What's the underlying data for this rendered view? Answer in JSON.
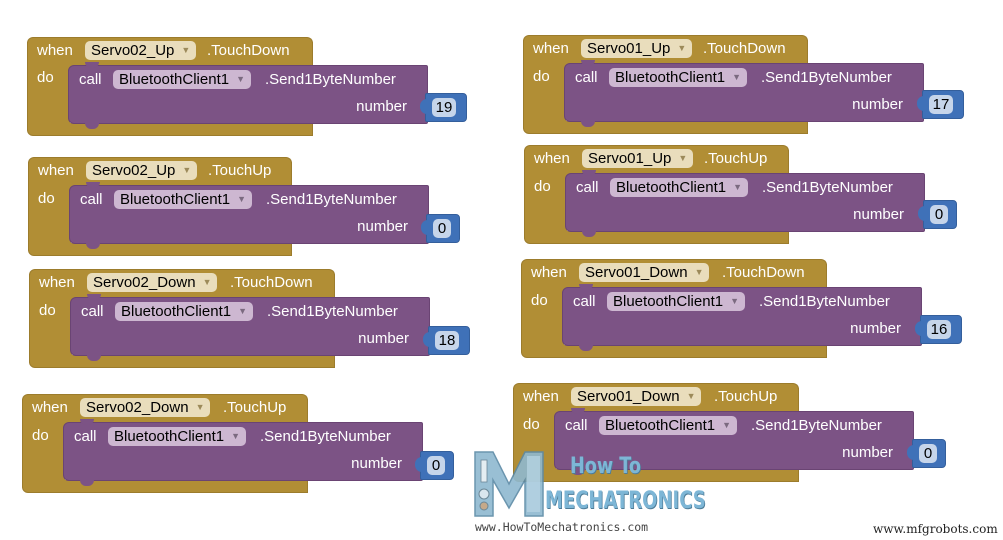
{
  "labels": {
    "when": "when",
    "do": "do",
    "call": "call",
    "param": "number",
    "dropdown_arrow": "▼"
  },
  "blocks": [
    {
      "component": "Servo02_Up",
      "event": ".TouchDown",
      "target_component": "BluetoothClient1",
      "method": ".Send1ByteNumber",
      "param_label": "number",
      "value": "19"
    },
    {
      "component": "Servo02_Up",
      "event": ".TouchUp",
      "target_component": "BluetoothClient1",
      "method": ".Send1ByteNumber",
      "param_label": "number",
      "value": "0"
    },
    {
      "component": "Servo02_Down",
      "event": ".TouchDown",
      "target_component": "BluetoothClient1",
      "method": ".Send1ByteNumber",
      "param_label": "number",
      "value": "18"
    },
    {
      "component": "Servo02_Down",
      "event": ".TouchUp",
      "target_component": "BluetoothClient1",
      "method": ".Send1ByteNumber",
      "param_label": "number",
      "value": "0"
    },
    {
      "component": "Servo01_Up",
      "event": ".TouchDown",
      "target_component": "BluetoothClient1",
      "method": ".Send1ByteNumber",
      "param_label": "number",
      "value": "17"
    },
    {
      "component": "Servo01_Up",
      "event": ".TouchUp",
      "target_component": "BluetoothClient1",
      "method": ".Send1ByteNumber",
      "param_label": "number",
      "value": "0"
    },
    {
      "component": "Servo01_Down",
      "event": ".TouchDown",
      "target_component": "BluetoothClient1",
      "method": ".Send1ByteNumber",
      "param_label": "number",
      "value": "16"
    },
    {
      "component": "Servo01_Down",
      "event": ".TouchUp",
      "target_component": "BluetoothClient1",
      "method": ".Send1ByteNumber",
      "param_label": "number",
      "value": "0"
    }
  ],
  "watermark": {
    "line1": "How To",
    "line2": "MECHATRONICS",
    "url": "www.HowToMechatronics.com"
  },
  "credit": "www.mfgrobots.com",
  "colors": {
    "event_block": "#b18e35",
    "component_dropdown": "#e9ddbc",
    "call_block": "#7c5385",
    "client_dropdown": "#cdb7d1",
    "number_block": "#3f71b8",
    "number_field": "#c6d5ea"
  }
}
